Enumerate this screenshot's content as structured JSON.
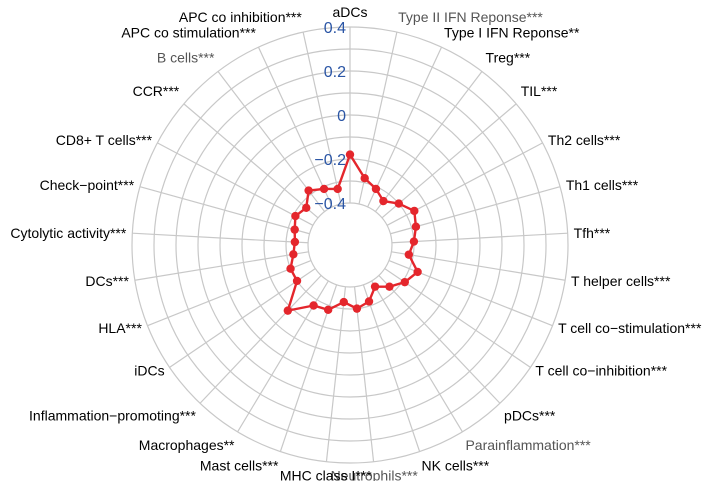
{
  "chart_data": {
    "type": "radar",
    "rlim": [
      -0.4,
      0.4
    ],
    "rticks": [
      {
        "value": 0.4,
        "label": "0.4"
      },
      {
        "value": 0.2,
        "label": "0.2"
      },
      {
        "value": 0,
        "label": "0"
      },
      {
        "value": -0.2,
        "label": "−0.2"
      },
      {
        "value": -0.4,
        "label": "−0.4"
      }
    ],
    "categories": [
      "aDCs",
      "Type II IFN Reponse***",
      "Type I IFN Reponse**",
      "Treg***",
      "TIL***",
      "Th2 cells***",
      "Th1 cells***",
      "Tfh***",
      "T helper cells***",
      "T cell co−stimulation***",
      "T cell co−inhibition***",
      "pDCs***",
      "Parainflammation***",
      "NK cells***",
      "Neutrophils***",
      "MHC class I***",
      "Mast cells***",
      "Macrophages**",
      "Inflammation−promoting***",
      "iDCs",
      "HLA***",
      "DCs***",
      "Cytolytic activity***",
      "Check−point***",
      "CD8+ T cells***",
      "CCR***",
      "B cells***",
      "APC co stimulation***",
      "APC co inhibition***"
    ],
    "gray_labels": [
      1,
      12,
      14,
      26
    ],
    "values": [
      -0.18,
      -0.28,
      -0.31,
      -0.34,
      -0.3,
      -0.26,
      -0.28,
      -0.3,
      -0.32,
      -0.26,
      -0.29,
      -0.33,
      -0.37,
      -0.32,
      -0.3,
      -0.33,
      -0.28,
      -0.27,
      -0.18,
      -0.3,
      -0.3,
      -0.33,
      -0.34,
      -0.33,
      -0.31,
      -0.33,
      -0.28,
      -0.31,
      -0.33
    ],
    "series_color": "#e4262c",
    "grid_color": "#c8c8c8",
    "tick_color": "#2a55a5"
  }
}
